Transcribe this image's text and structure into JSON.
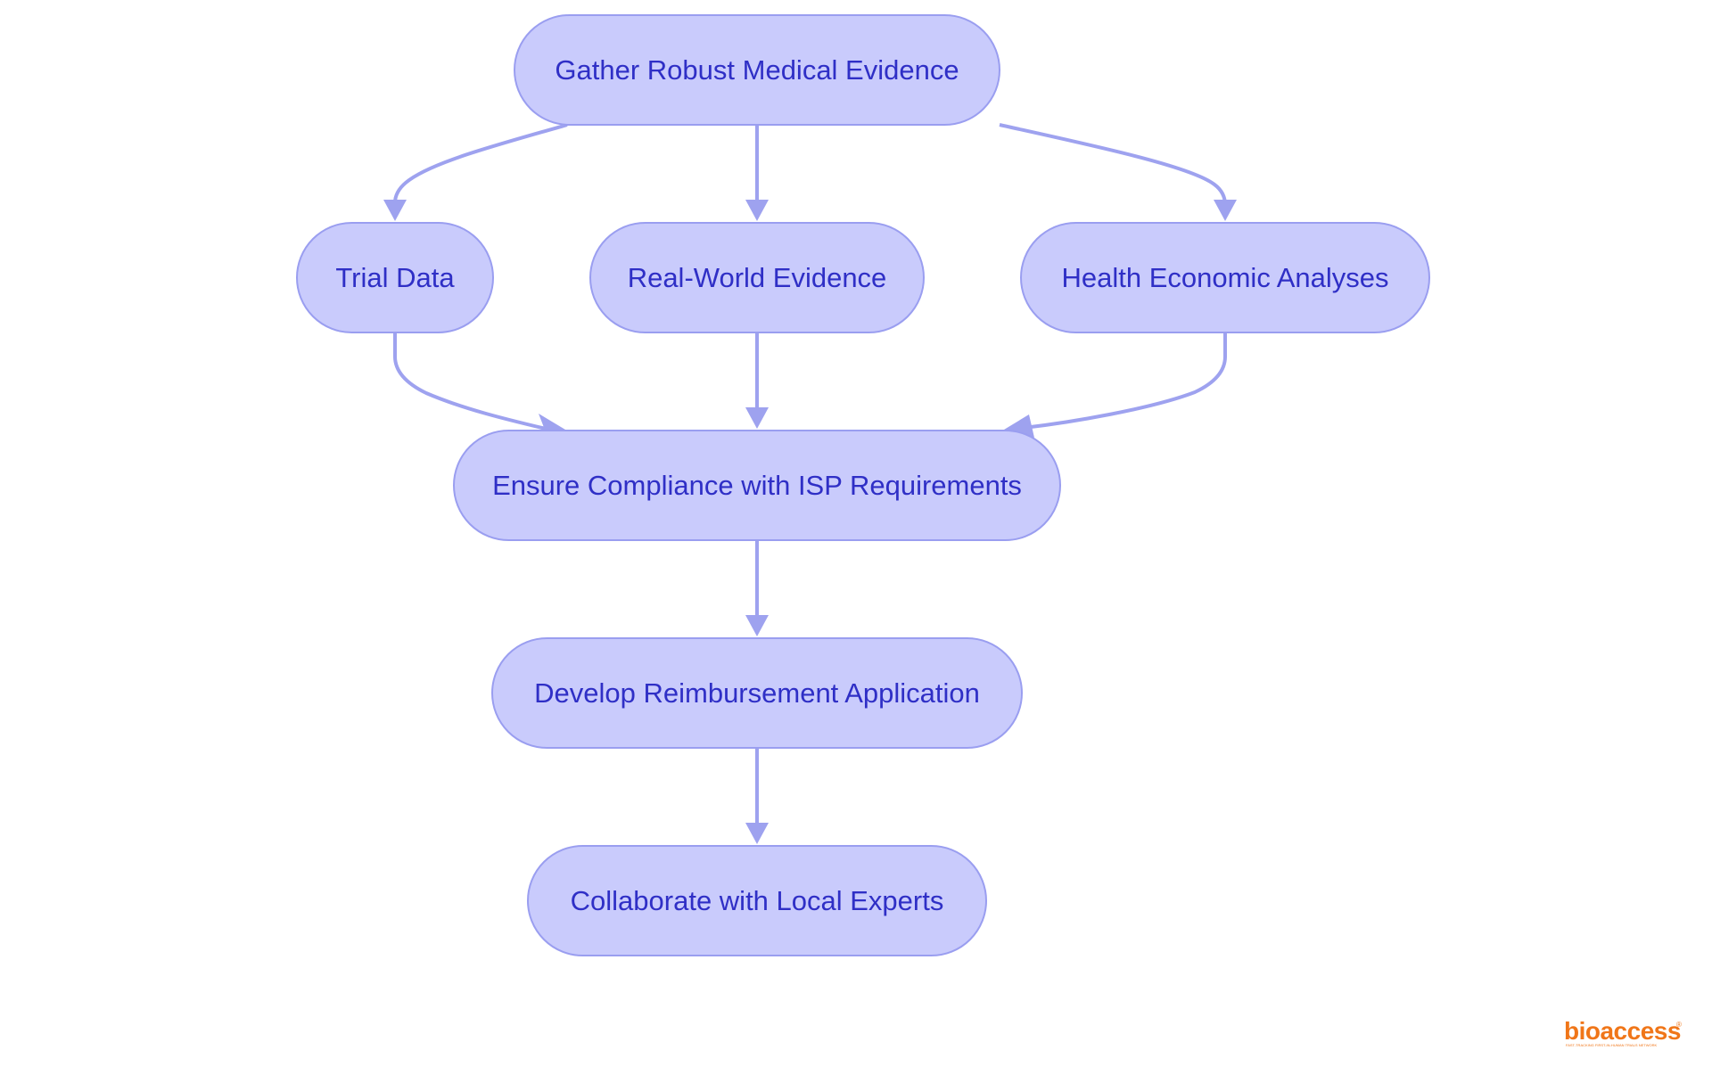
{
  "nodes": {
    "gather": {
      "label": "Gather Robust Medical Evidence"
    },
    "trial": {
      "label": "Trial Data"
    },
    "rwe": {
      "label": "Real-World Evidence"
    },
    "hea": {
      "label": "Health Economic Analyses"
    },
    "compliance": {
      "label": "Ensure Compliance with ISP Requirements"
    },
    "reimbursement": {
      "label": "Develop Reimbursement Application"
    },
    "collaborate": {
      "label": "Collaborate with Local Experts"
    }
  },
  "edges": [
    {
      "from": "gather",
      "to": "trial"
    },
    {
      "from": "gather",
      "to": "rwe"
    },
    {
      "from": "gather",
      "to": "hea"
    },
    {
      "from": "trial",
      "to": "compliance"
    },
    {
      "from": "rwe",
      "to": "compliance"
    },
    {
      "from": "hea",
      "to": "compliance"
    },
    {
      "from": "compliance",
      "to": "reimbursement"
    },
    {
      "from": "reimbursement",
      "to": "collaborate"
    }
  ],
  "logo": {
    "wordmark": "bioaccess",
    "registered": "®",
    "tagline": "FAST-TRACKING FIRST-IN-HUMAN TRIALS NETWORK"
  },
  "colors": {
    "node_fill": "#c9cbfc",
    "node_stroke": "#9a9ef0",
    "node_text": "#2f2fc6",
    "edge": "#9ea2ef",
    "logo": "#f07619"
  }
}
